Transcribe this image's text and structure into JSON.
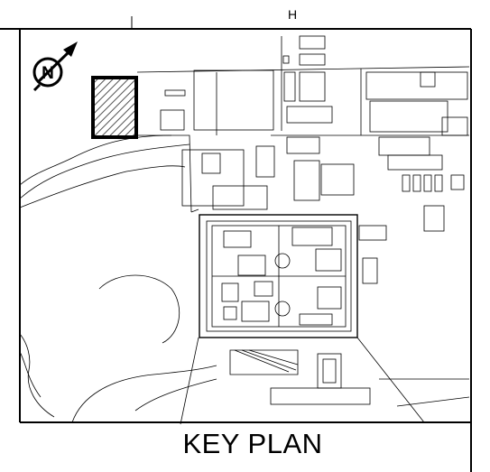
{
  "sheet": {
    "grid_label": "H",
    "caption": "KEY PLAN"
  },
  "compass": {
    "letter": "N",
    "icon": "north-arrow-icon"
  },
  "highlight": {
    "icon": "hatched-area-icon",
    "color": "#000000"
  },
  "colors": {
    "lines": "#000000",
    "background": "#ffffff",
    "hatch": "#555555"
  }
}
